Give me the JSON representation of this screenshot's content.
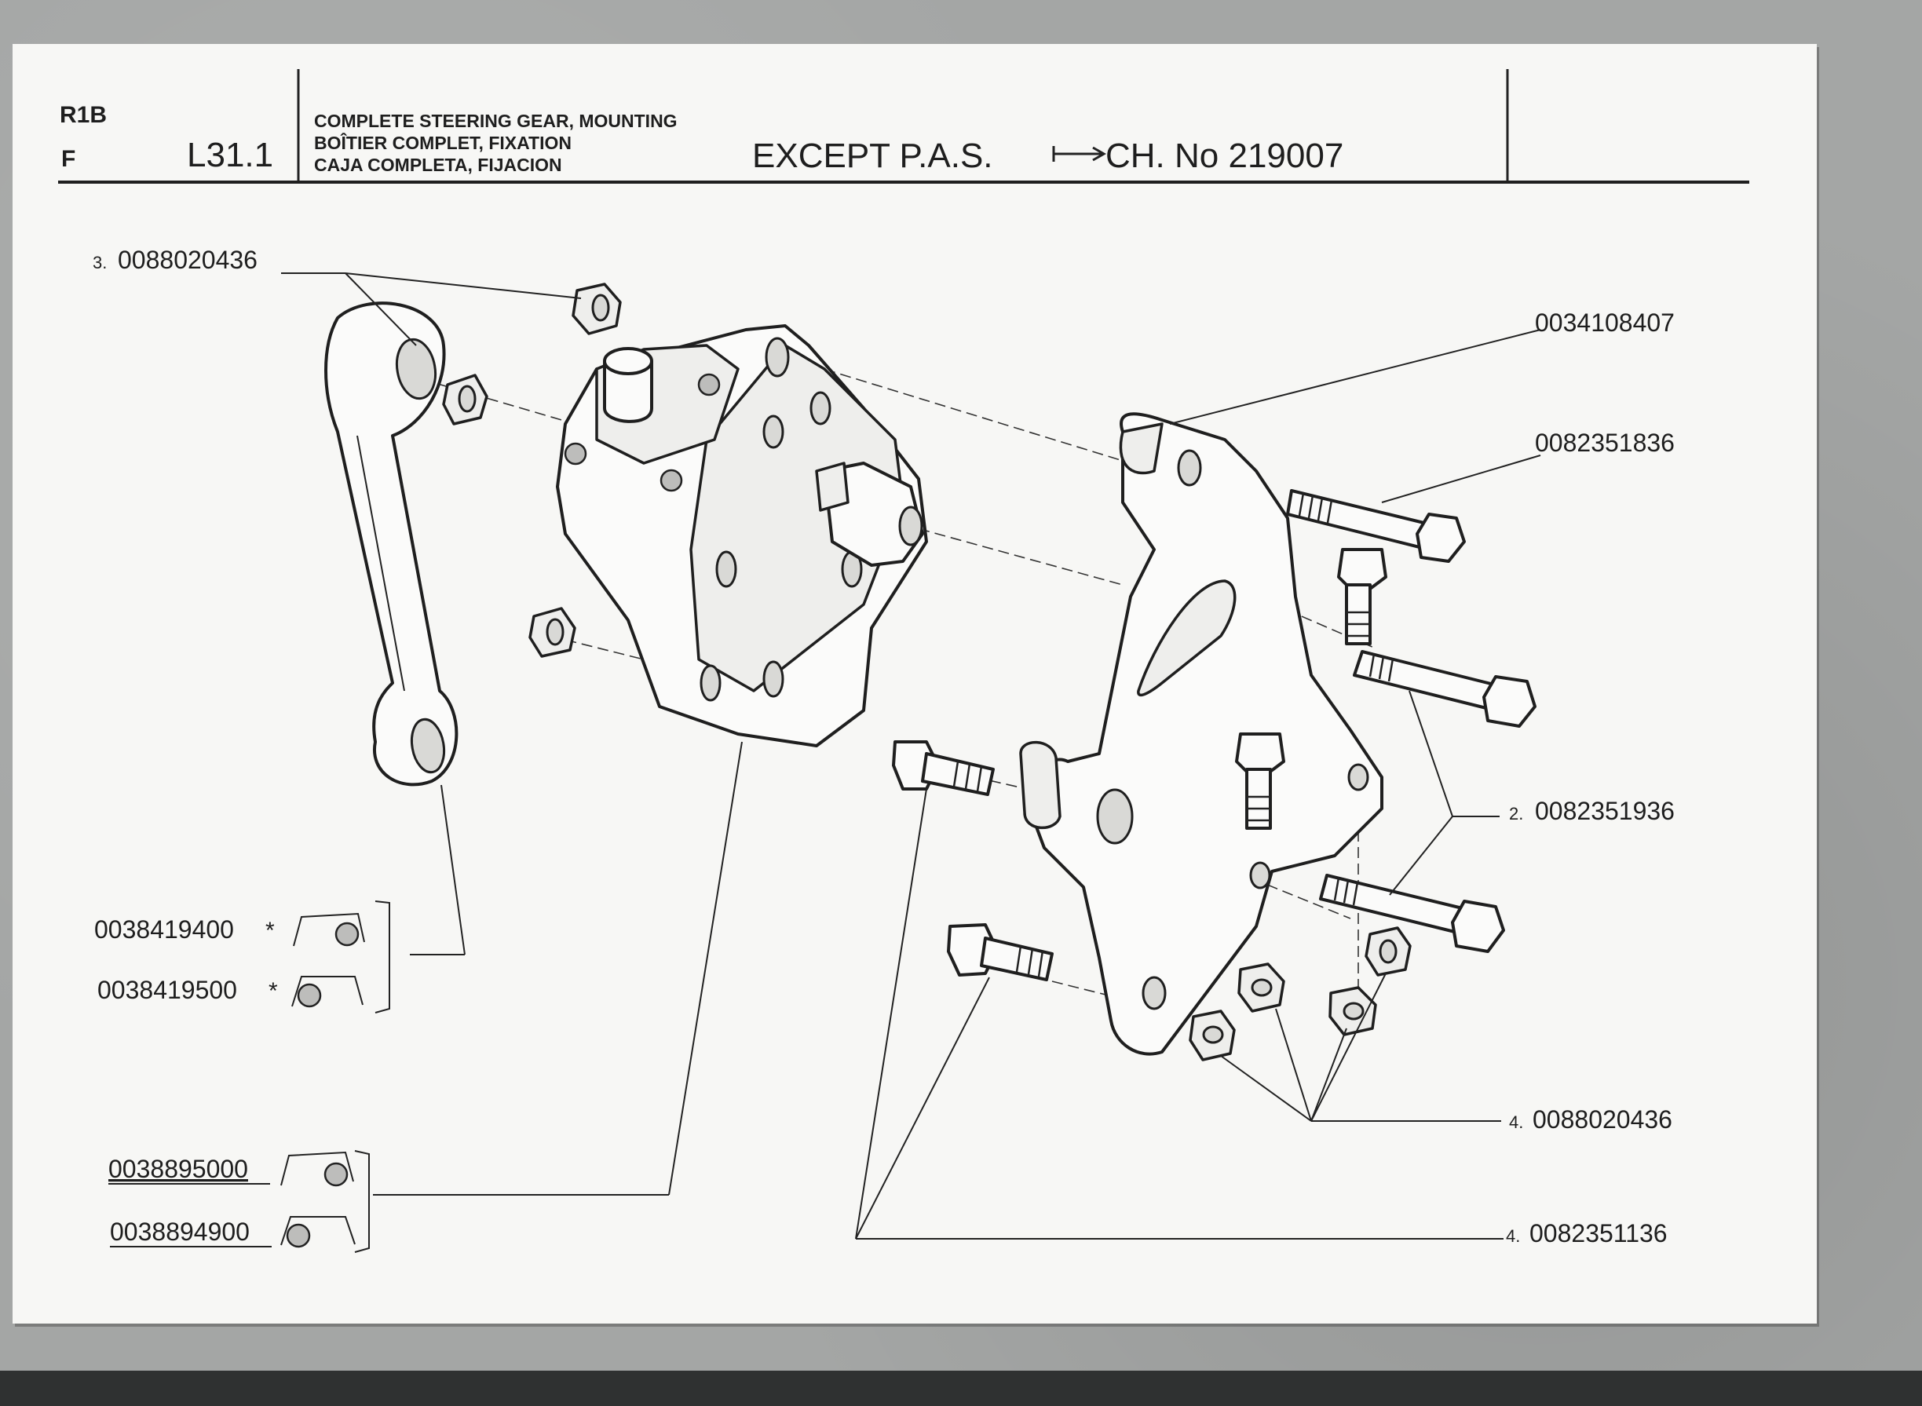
{
  "header": {
    "model_line1": "R1B",
    "model_line2": "F",
    "ref": "L31.1",
    "title_en": "COMPLETE STEERING GEAR, MOUNTING",
    "title_fr": "BOÎTIER COMPLET, FIXATION",
    "title_es": "CAJA COMPLETA, FIJACION",
    "note": "EXCEPT P.A.S.",
    "chassis": "CH. No 219007"
  },
  "parts": {
    "nut_top": {
      "qty": "3.",
      "number": "0088020436"
    },
    "bracket": {
      "number": "0034108407"
    },
    "long_bolt_top": {
      "number": "0082351836"
    },
    "long_bolts": {
      "qty": "2.",
      "number": "0082351936"
    },
    "nuts_bottom": {
      "qty": "4.",
      "number": "0088020436"
    },
    "short_bolts": {
      "qty": "4.",
      "number": "0082351136"
    },
    "drop_arm_a": {
      "number": "0038419400",
      "mark": "*"
    },
    "drop_arm_b": {
      "number": "0038419500",
      "mark": "*"
    },
    "gearbox_a": {
      "number": "0038895000"
    },
    "gearbox_b": {
      "number": "0038894900"
    }
  }
}
